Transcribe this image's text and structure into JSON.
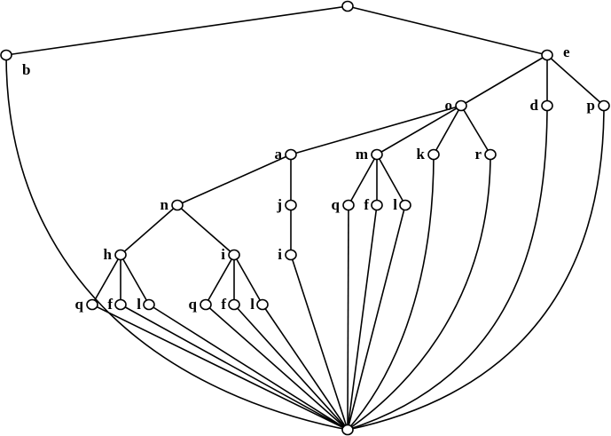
{
  "diagram": {
    "nodes": [
      {
        "id": "top",
        "label": ""
      },
      {
        "id": "b",
        "label": "b"
      },
      {
        "id": "e",
        "label": "e"
      },
      {
        "id": "o",
        "label": "o"
      },
      {
        "id": "d",
        "label": "d"
      },
      {
        "id": "p",
        "label": "p"
      },
      {
        "id": "a",
        "label": "a"
      },
      {
        "id": "m",
        "label": "m"
      },
      {
        "id": "k",
        "label": "k"
      },
      {
        "id": "r",
        "label": "r"
      },
      {
        "id": "n",
        "label": "n"
      },
      {
        "id": "j",
        "label": "j"
      },
      {
        "id": "mq",
        "label": "q"
      },
      {
        "id": "mf",
        "label": "f"
      },
      {
        "id": "ml",
        "label": "l"
      },
      {
        "id": "h",
        "label": "h"
      },
      {
        "id": "ni",
        "label": "i"
      },
      {
        "id": "ji",
        "label": "i"
      },
      {
        "id": "hq",
        "label": "q"
      },
      {
        "id": "hf",
        "label": "f"
      },
      {
        "id": "hl",
        "label": "l"
      },
      {
        "id": "iq",
        "label": "q"
      },
      {
        "id": "if",
        "label": "f"
      },
      {
        "id": "il",
        "label": "l"
      },
      {
        "id": "bottom",
        "label": ""
      }
    ],
    "edges": [
      [
        "top",
        "b"
      ],
      [
        "top",
        "e"
      ],
      [
        "e",
        "o"
      ],
      [
        "e",
        "d"
      ],
      [
        "e",
        "p"
      ],
      [
        "o",
        "a"
      ],
      [
        "o",
        "m"
      ],
      [
        "o",
        "k"
      ],
      [
        "o",
        "r"
      ],
      [
        "a",
        "n"
      ],
      [
        "a",
        "j"
      ],
      [
        "m",
        "mq"
      ],
      [
        "m",
        "mf"
      ],
      [
        "m",
        "ml"
      ],
      [
        "n",
        "h"
      ],
      [
        "n",
        "ni"
      ],
      [
        "j",
        "ji"
      ],
      [
        "h",
        "hq"
      ],
      [
        "h",
        "hf"
      ],
      [
        "h",
        "hl"
      ],
      [
        "ni",
        "iq"
      ],
      [
        "ni",
        "if"
      ],
      [
        "ni",
        "il"
      ],
      [
        "b",
        "bottom"
      ],
      [
        "p",
        "bottom"
      ],
      [
        "d",
        "bottom"
      ],
      [
        "k",
        "bottom"
      ],
      [
        "r",
        "bottom"
      ],
      [
        "mq",
        "bottom"
      ],
      [
        "mf",
        "bottom"
      ],
      [
        "ml",
        "bottom"
      ],
      [
        "ji",
        "bottom"
      ],
      [
        "hq",
        "bottom"
      ],
      [
        "hf",
        "bottom"
      ],
      [
        "hl",
        "bottom"
      ],
      [
        "iq",
        "bottom"
      ],
      [
        "if",
        "bottom"
      ],
      [
        "il",
        "bottom"
      ]
    ]
  }
}
